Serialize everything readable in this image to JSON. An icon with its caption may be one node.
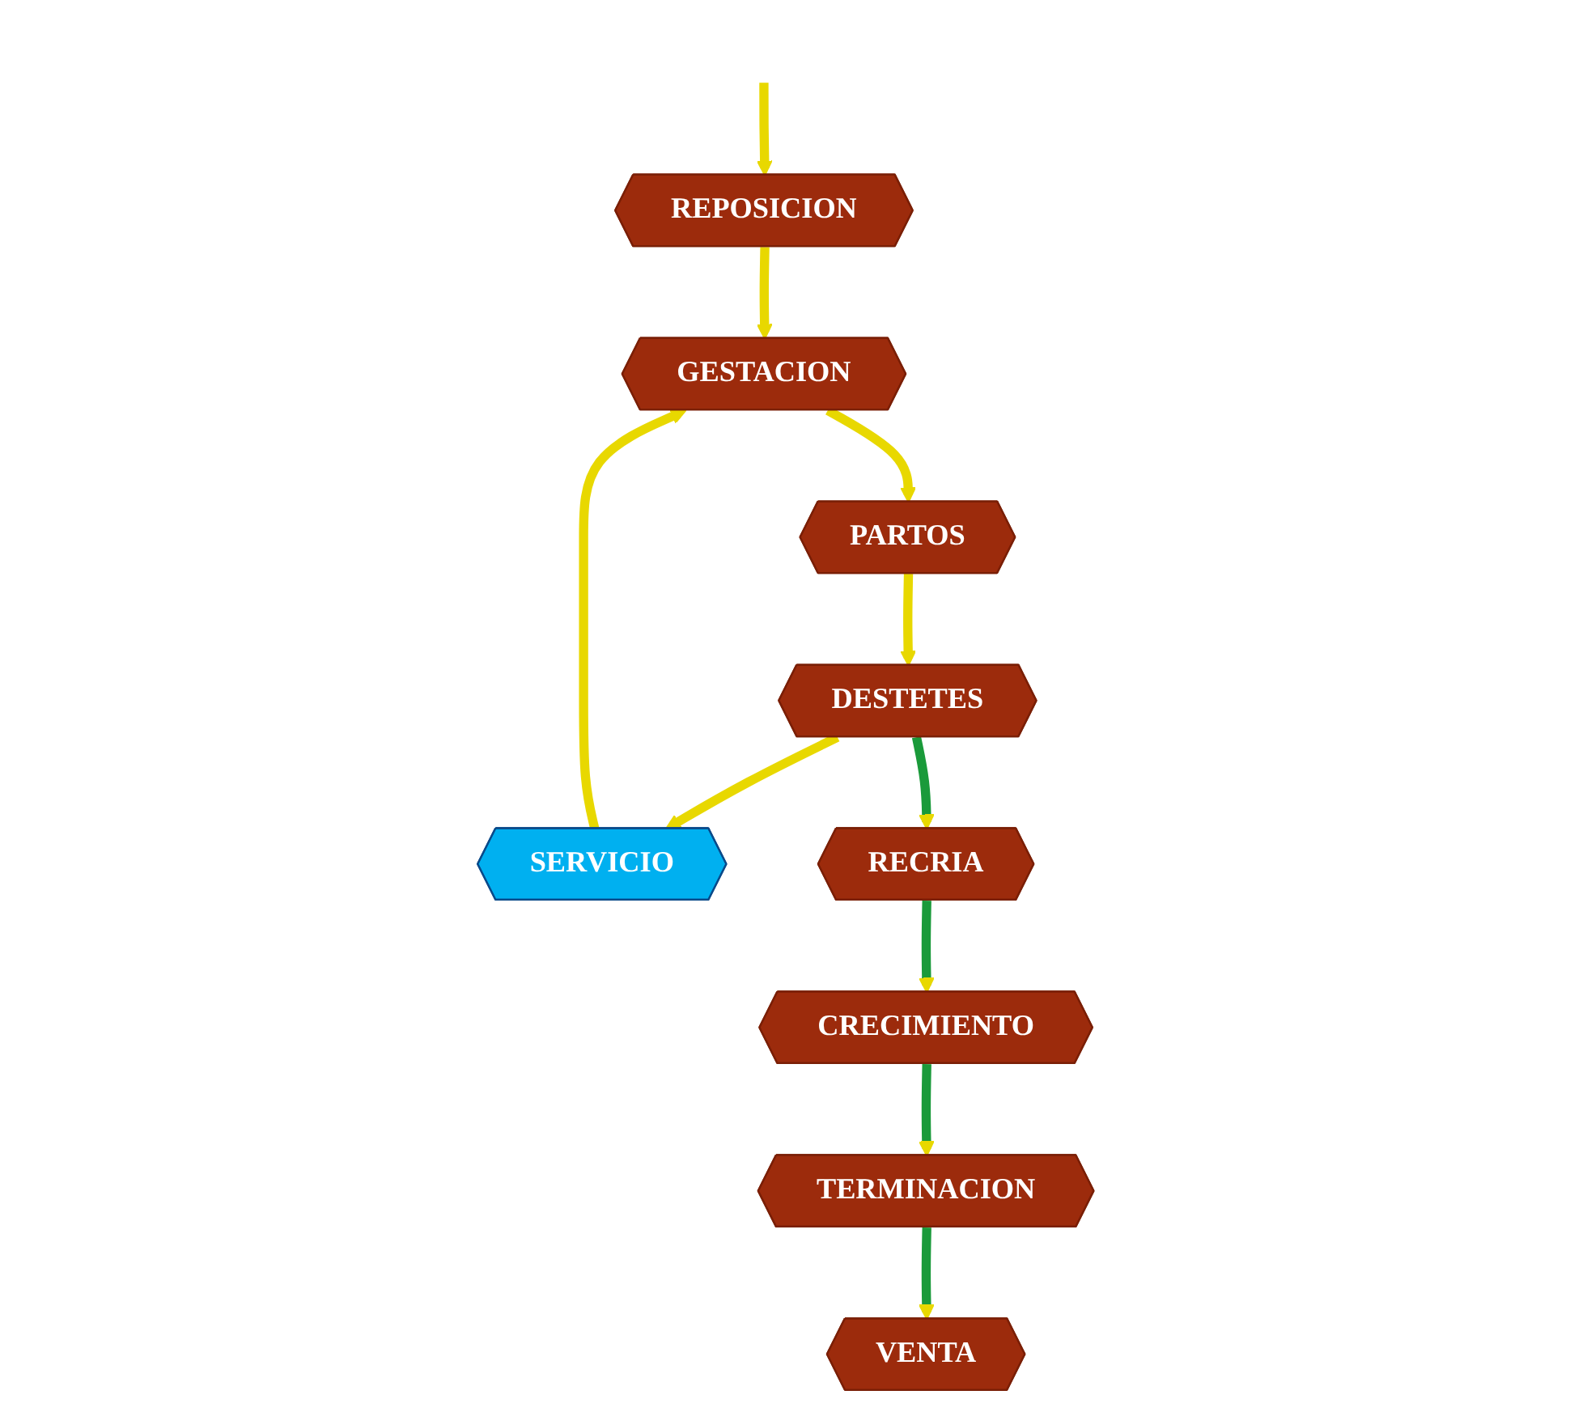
{
  "diagram": {
    "nodes": [
      {
        "text": [
          "VENTA"
        ]
      },
      {
        "text": [
          "REPOSICION"
        ]
      },
      {
        "text": [
          "GESTACION"
        ]
      },
      {
        "text": [
          "TERMINACION"
        ]
      },
      {
        "text": [
          "PARTOS"
        ]
      },
      {
        "text": [
          "SERVICIO"
        ]
      },
      {
        "text": [
          "CRECIMIENTO"
        ]
      },
      {
        "text": [
          "DESTETES"
        ]
      },
      {
        "text": [
          "RECRIA"
        ]
      }
    ],
    "edges": [
      {
        "from": null,
        "to": 1,
        "arrow": "to"
      },
      {
        "from": 1,
        "to": 2,
        "arrow": "to"
      },
      {
        "from": 2,
        "to": 4,
        "arrow": "to"
      },
      {
        "from": 4,
        "to": 7,
        "arrow": "to"
      },
      {
        "from": 7,
        "to": 5,
        "arrow": "to"
      },
      {
        "from": 5,
        "to": 2,
        "arrow": "to"
      },
      {
        "from": 7,
        "to": 8,
        "arrow": "to",
        "color": "#1a9a3a"
      },
      {
        "from": 8,
        "to": 6,
        "arrow": "to",
        "color": "#1a9a3a"
      },
      {
        "from": 6,
        "to": 3,
        "arrow": "to",
        "color": "#1a9a3a"
      },
      {
        "from": 3,
        "to": 0,
        "arrow": "to",
        "color": "#1a9a3a"
      }
    ]
  }
}
